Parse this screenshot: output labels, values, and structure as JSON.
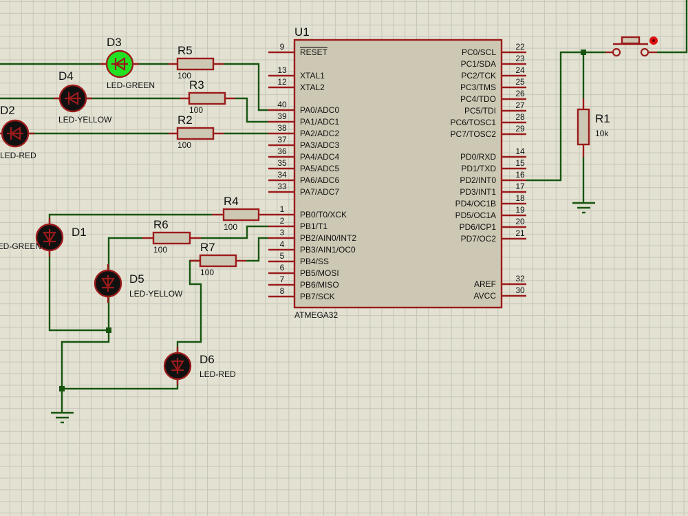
{
  "colors": {
    "wire": "#17550f",
    "pin": "#9b1b1b",
    "body": "#cdc8b4",
    "led_on": "#22e022",
    "led_off": "#111111",
    "grid": "#c6c6b8",
    "background": "#e2e1d2"
  },
  "chip": {
    "ref": "U1",
    "part": "ATMEGA32",
    "left_pins": [
      {
        "num": "9",
        "name": "RESET",
        "overline": true
      },
      {
        "num": "13",
        "name": "XTAL1"
      },
      {
        "num": "12",
        "name": "XTAL2"
      },
      {
        "num": "40",
        "name": "PA0/ADC0"
      },
      {
        "num": "39",
        "name": "PA1/ADC1"
      },
      {
        "num": "38",
        "name": "PA2/ADC2"
      },
      {
        "num": "37",
        "name": "PA3/ADC3"
      },
      {
        "num": "36",
        "name": "PA4/ADC4"
      },
      {
        "num": "35",
        "name": "PA5/ADC5"
      },
      {
        "num": "34",
        "name": "PA6/ADC6"
      },
      {
        "num": "33",
        "name": "PA7/ADC7"
      },
      {
        "num": "1",
        "name": "PB0/T0/XCK"
      },
      {
        "num": "2",
        "name": "PB1/T1"
      },
      {
        "num": "3",
        "name": "PB2/AIN0/INT2"
      },
      {
        "num": "4",
        "name": "PB3/AIN1/OC0"
      },
      {
        "num": "5",
        "name": "PB4/SS"
      },
      {
        "num": "6",
        "name": "PB5/MOSI"
      },
      {
        "num": "7",
        "name": "PB6/MISO"
      },
      {
        "num": "8",
        "name": "PB7/SCK"
      }
    ],
    "right_pins": [
      {
        "num": "22",
        "name": "PC0/SCL"
      },
      {
        "num": "23",
        "name": "PC1/SDA"
      },
      {
        "num": "24",
        "name": "PC2/TCK"
      },
      {
        "num": "25",
        "name": "PC3/TMS"
      },
      {
        "num": "26",
        "name": "PC4/TDO"
      },
      {
        "num": "27",
        "name": "PC5/TDI"
      },
      {
        "num": "28",
        "name": "PC6/TOSC1"
      },
      {
        "num": "29",
        "name": "PC7/TOSC2"
      },
      {
        "num": "14",
        "name": "PD0/RXD"
      },
      {
        "num": "15",
        "name": "PD1/TXD"
      },
      {
        "num": "16",
        "name": "PD2/INT0"
      },
      {
        "num": "17",
        "name": "PD3/INT1"
      },
      {
        "num": "18",
        "name": "PD4/OC1B"
      },
      {
        "num": "19",
        "name": "PD5/OC1A"
      },
      {
        "num": "20",
        "name": "PD6/ICP1"
      },
      {
        "num": "21",
        "name": "PD7/OC2"
      },
      {
        "num": "32",
        "name": "AREF"
      },
      {
        "num": "30",
        "name": "AVCC"
      }
    ]
  },
  "leds": {
    "D3": {
      "ref": "D3",
      "type": "LED-GREEN",
      "state": "on"
    },
    "D4": {
      "ref": "D4",
      "type": "LED-YELLOW",
      "state": "off"
    },
    "D2": {
      "ref": "D2",
      "type": "LED-RED",
      "state": "off"
    },
    "D1": {
      "ref": "D1",
      "type": "LED-GREEN",
      "state": "off"
    },
    "D5": {
      "ref": "D5",
      "type": "LED-YELLOW",
      "state": "off"
    },
    "D6": {
      "ref": "D6",
      "type": "LED-RED",
      "state": "off"
    }
  },
  "resistors": {
    "R5": {
      "ref": "R5",
      "value": "100"
    },
    "R3": {
      "ref": "R3",
      "value": "100"
    },
    "R2": {
      "ref": "R2",
      "value": "100"
    },
    "R4": {
      "ref": "R4",
      "value": "100"
    },
    "R6": {
      "ref": "R6",
      "value": "100"
    },
    "R7": {
      "ref": "R7",
      "value": "100"
    },
    "R1": {
      "ref": "R1",
      "value": "10k"
    }
  }
}
